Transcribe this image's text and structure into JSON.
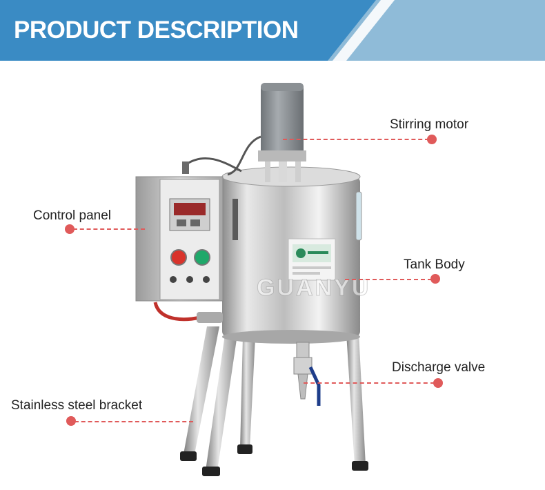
{
  "banner": {
    "title": "PRODUCT DESCRIPTION",
    "colors": {
      "primary": "#3a8bc4",
      "secondary": "#8fbbd8"
    }
  },
  "watermark": {
    "text": "GUANYU"
  },
  "callouts": [
    {
      "id": "stirring-motor",
      "label": "Stirring motor"
    },
    {
      "id": "control-panel",
      "label": "Control panel"
    },
    {
      "id": "tank-body",
      "label": "Tank Body"
    },
    {
      "id": "discharge-valve",
      "label": "Discharge valve"
    },
    {
      "id": "stainless-steel-bracket",
      "label": "Stainless steel bracket"
    }
  ],
  "accent_color": "#e05a5a"
}
